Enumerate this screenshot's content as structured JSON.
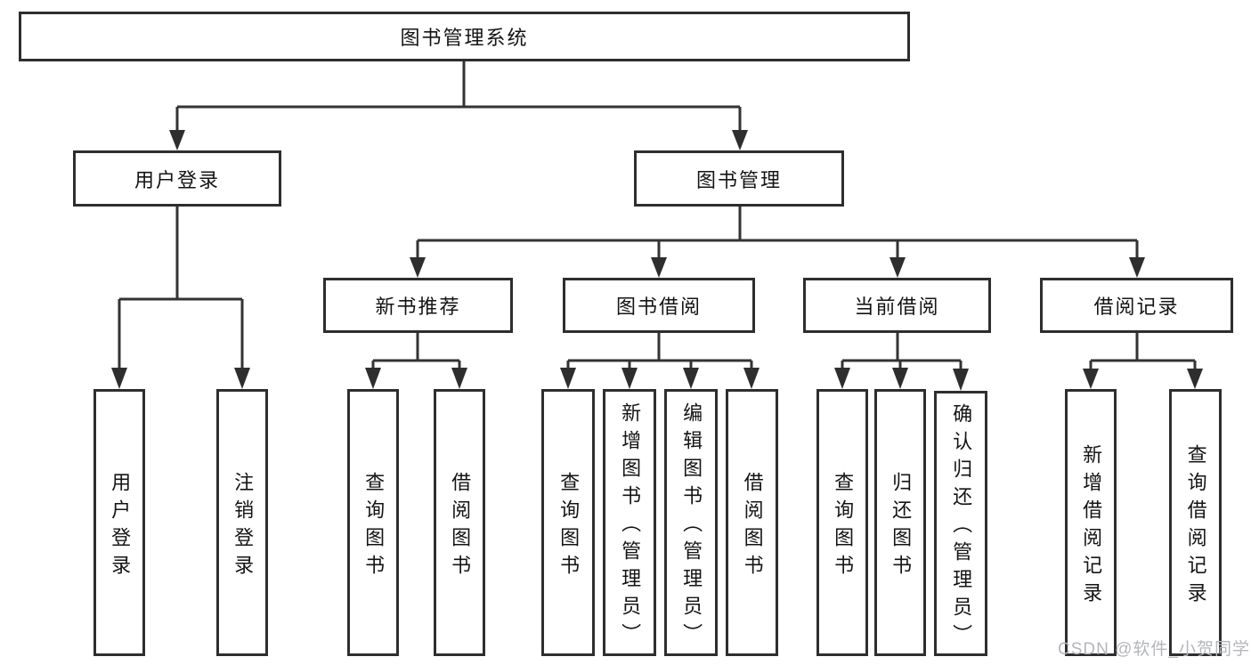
{
  "diagram": {
    "root": "图书管理系统",
    "branches": {
      "user_login": "用户登录",
      "book_mgmt": "图书管理"
    },
    "modules": {
      "new_book_rec": "新书推荐",
      "book_borrow": "图书借阅",
      "current_borrow": "当前借阅",
      "borrow_records": "借阅记录"
    },
    "leaves": {
      "login": "用户登录",
      "logout": "注销登录",
      "rec_query": "查询图书",
      "rec_borrow": "借阅图书",
      "bb_query": "查询图书",
      "bb_add": "新增图书（管理员）",
      "bb_edit": "编辑图书（管理员）",
      "bb_borrow": "借阅图书",
      "cb_query": "查询图书",
      "cb_return": "归还图书",
      "cb_confirm": "确认归还（管理员）",
      "br_add": "新增借阅记录",
      "br_query": "查询借阅记录"
    },
    "watermark": "CSDN @软件_小贺同学",
    "colors": {
      "line": "#333333",
      "border": "#2e2e2e",
      "text": "#141414",
      "watermark": "#b4b6bc",
      "background": "#ffffff"
    }
  }
}
